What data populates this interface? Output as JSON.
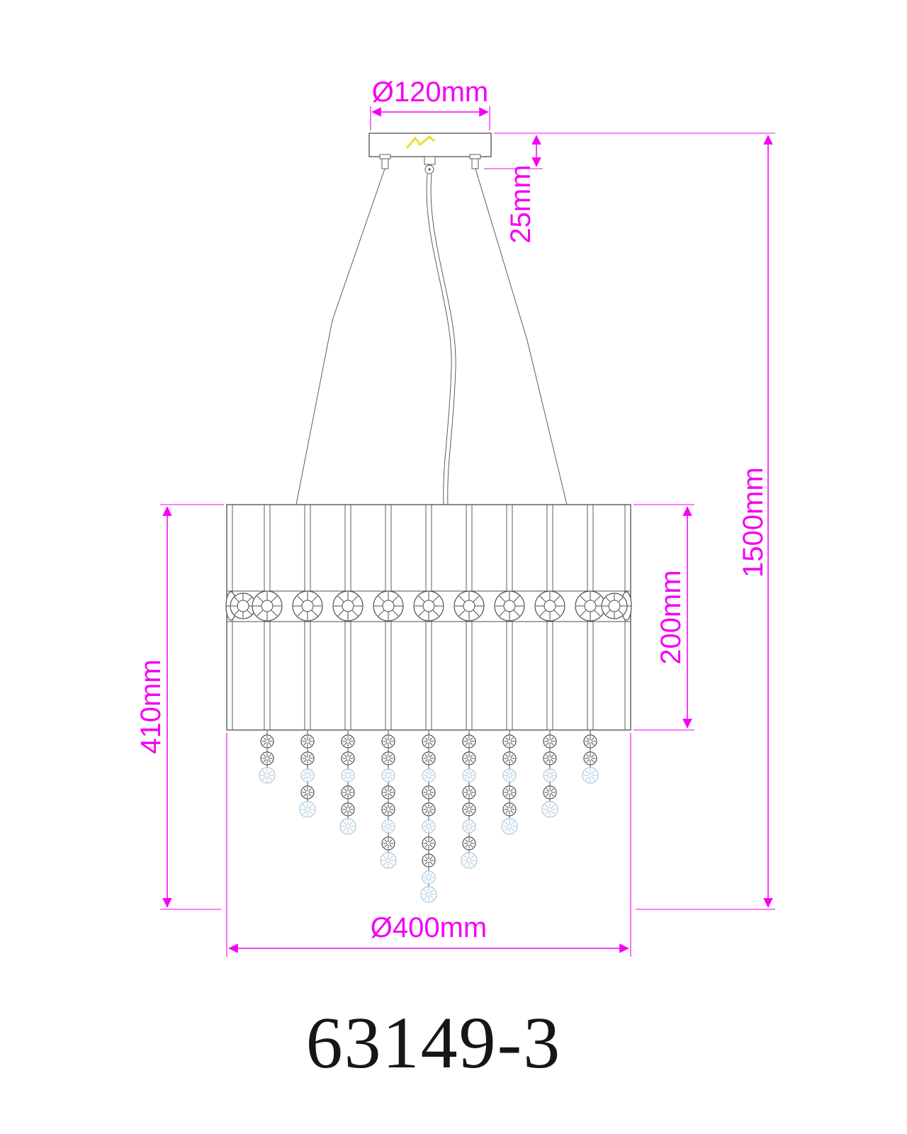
{
  "model_number": "63149-3",
  "dimensions": {
    "canopy_diameter": "Ø120mm",
    "canopy_height": "25mm",
    "overall_height": "1500mm",
    "shade_height": "200mm",
    "drop_height": "410mm",
    "shade_diameter": "Ø400mm"
  },
  "colors": {
    "dimension_lines": "#f400f4",
    "drawing_lines": "#4d4d4d",
    "bead_light": "#a9c7dc",
    "highlight_mark": "#e8e030"
  },
  "diagram": {
    "strand_xs": [
      377,
      434,
      491,
      548,
      605,
      662,
      719,
      776,
      833
    ],
    "strand_bead_counts": [
      3,
      5,
      6,
      8,
      10,
      8,
      6,
      5,
      3
    ],
    "crystal_xs": [
      343,
      377,
      434,
      491,
      548,
      605,
      662,
      719,
      776,
      833,
      867
    ],
    "crystal_profile_xs": [
      326,
      884
    ]
  }
}
